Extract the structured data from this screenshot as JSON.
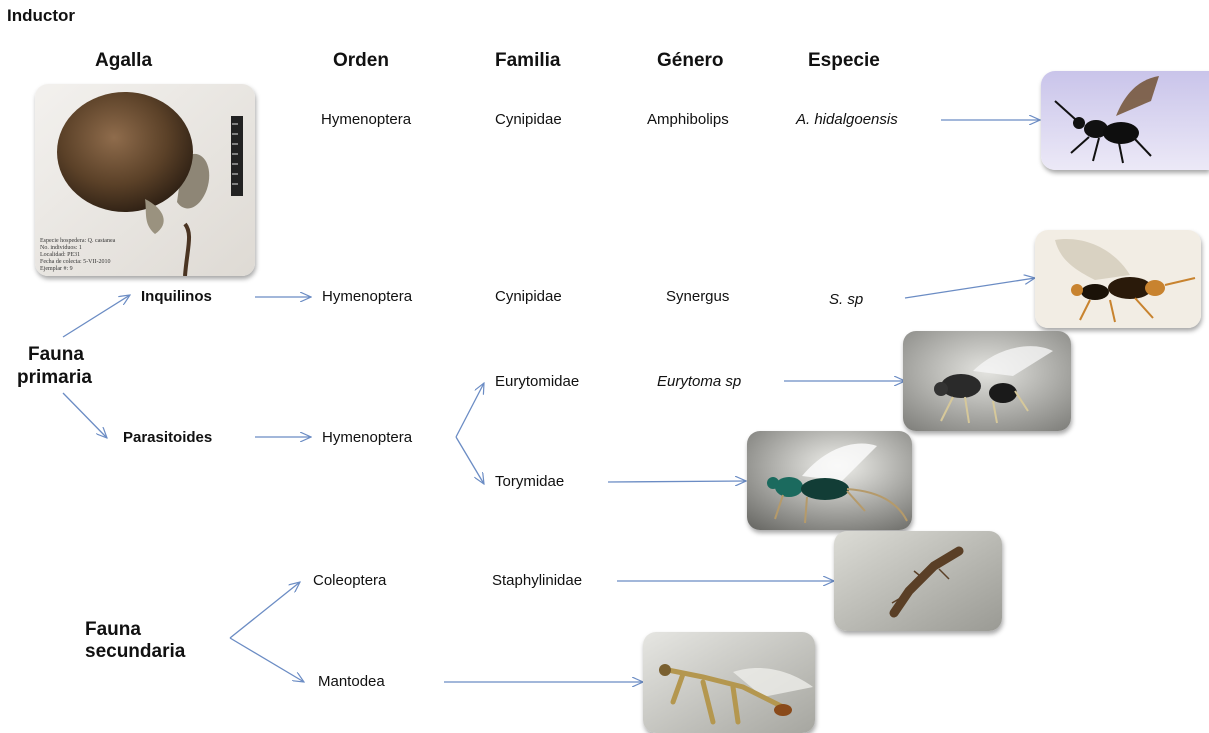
{
  "title": "Inductor",
  "headers": {
    "agalla": "Agalla",
    "orden": "Orden",
    "familia": "Familia",
    "genero": "Género",
    "especie": "Especie"
  },
  "inductor_row": {
    "orden": "Hymenoptera",
    "familia": "Cynipidae",
    "genero": "Amphibolips",
    "especie": "A. hidalgoensis"
  },
  "fauna_primaria": {
    "label_line1": "Fauna",
    "label_line2": "primaria",
    "inquilinos": {
      "label": "Inquilinos",
      "orden": "Hymenoptera",
      "familia": "Cynipidae",
      "genero": "Synergus",
      "especie": "S. sp"
    },
    "parasitoides": {
      "label": "Parasitoides",
      "orden": "Hymenoptera",
      "familia_1": "Eurytomidae",
      "genero_1": "Eurytoma sp",
      "familia_2": "Torymidae"
    }
  },
  "fauna_secundaria": {
    "label_line1": "Fauna",
    "label_line2": "secundaria",
    "orden_1": "Coleoptera",
    "familia_1": "Staphylinidae",
    "orden_2": "Mantodea"
  },
  "gall_label_lines": [
    "Especie hospedera: Q. castanea",
    "No. individuos: 1",
    "Localidad: PE31",
    "Fecha de colecta: 5-VII-2010",
    "Ejemplar #: 9"
  ],
  "colors": {
    "arrow": "#6b8cc4",
    "text": "#111111"
  }
}
